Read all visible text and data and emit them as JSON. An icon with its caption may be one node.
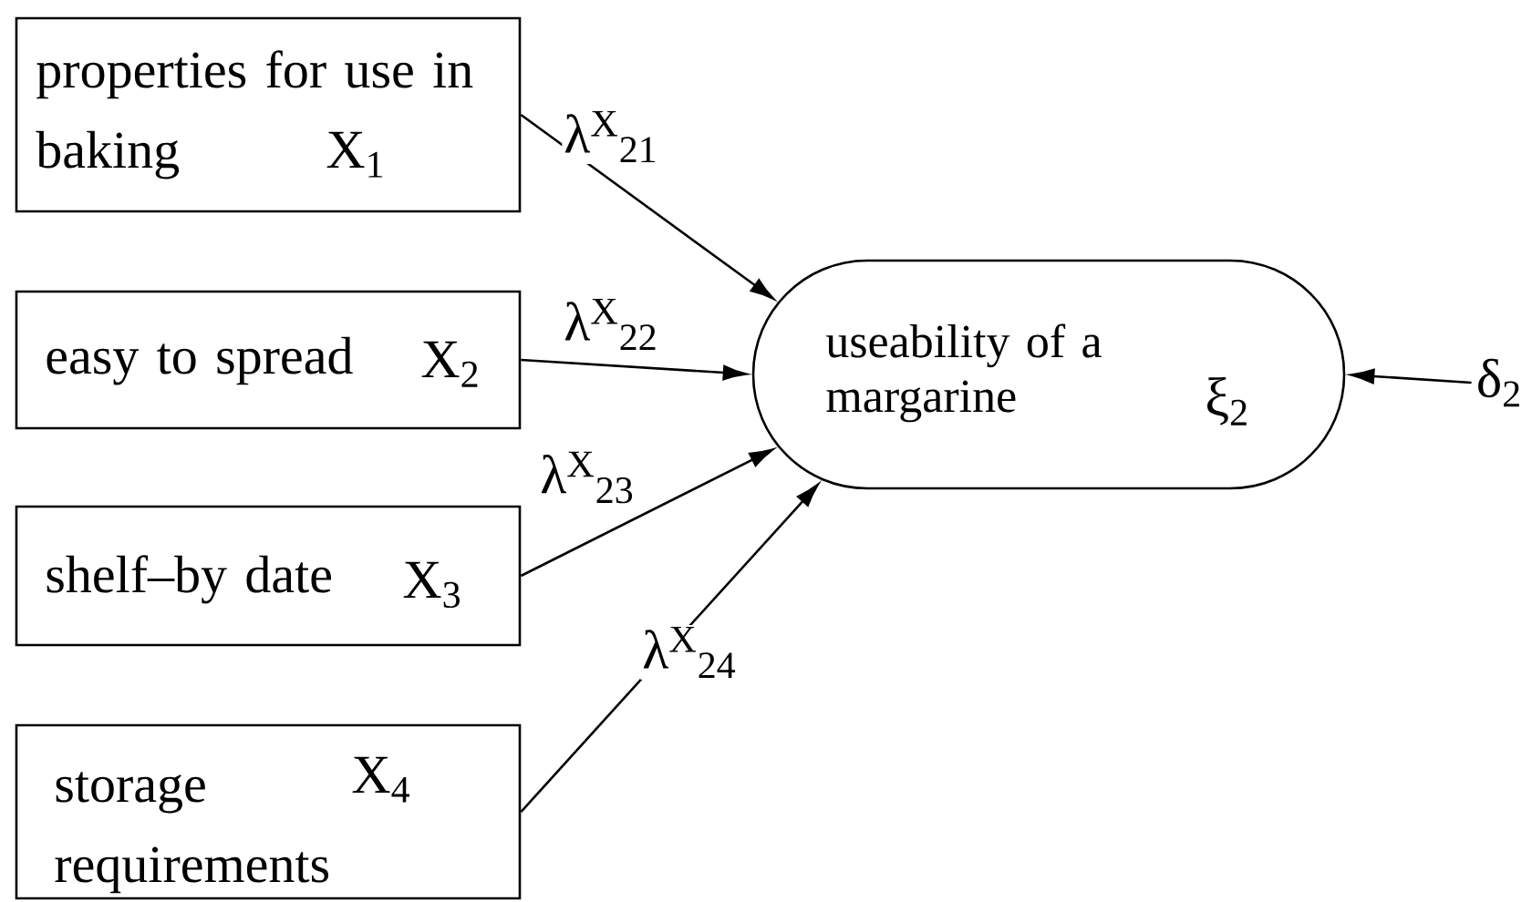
{
  "diagram": {
    "nodes": [
      {
        "text": [
          "properties for use in baking",
          "X$_{1}$"
        ]
      },
      {
        "text": [
          "easy to spread",
          "X$_{2}$"
        ]
      },
      {
        "text": [
          "shelf–by date",
          "X$_{3}$"
        ]
      },
      {
        "text": [
          "storage requirements",
          "X$_{4}$"
        ]
      },
      {
        "text": [
          "useability of a margarine",
          "ξ$_{2}$"
        ]
      },
      {
        "text": [
          "δ$_{2}$"
        ]
      }
    ],
    "edges": [
      {
        "from": 0,
        "to": 4,
        "arrow": "to",
        "label": "λ$^{X}$$_{21}$"
      },
      {
        "from": 1,
        "to": 4,
        "arrow": "to",
        "label": "λ$^{X}$$_{22}$"
      },
      {
        "from": 2,
        "to": 4,
        "arrow": "to",
        "label": "λ$^{X}$$_{23}$"
      },
      {
        "from": 3,
        "to": 4,
        "arrow": "to",
        "label": "λ$^{X}$$_{24}$"
      },
      {
        "from": 5,
        "to": 4,
        "arrow": "to"
      }
    ]
  }
}
